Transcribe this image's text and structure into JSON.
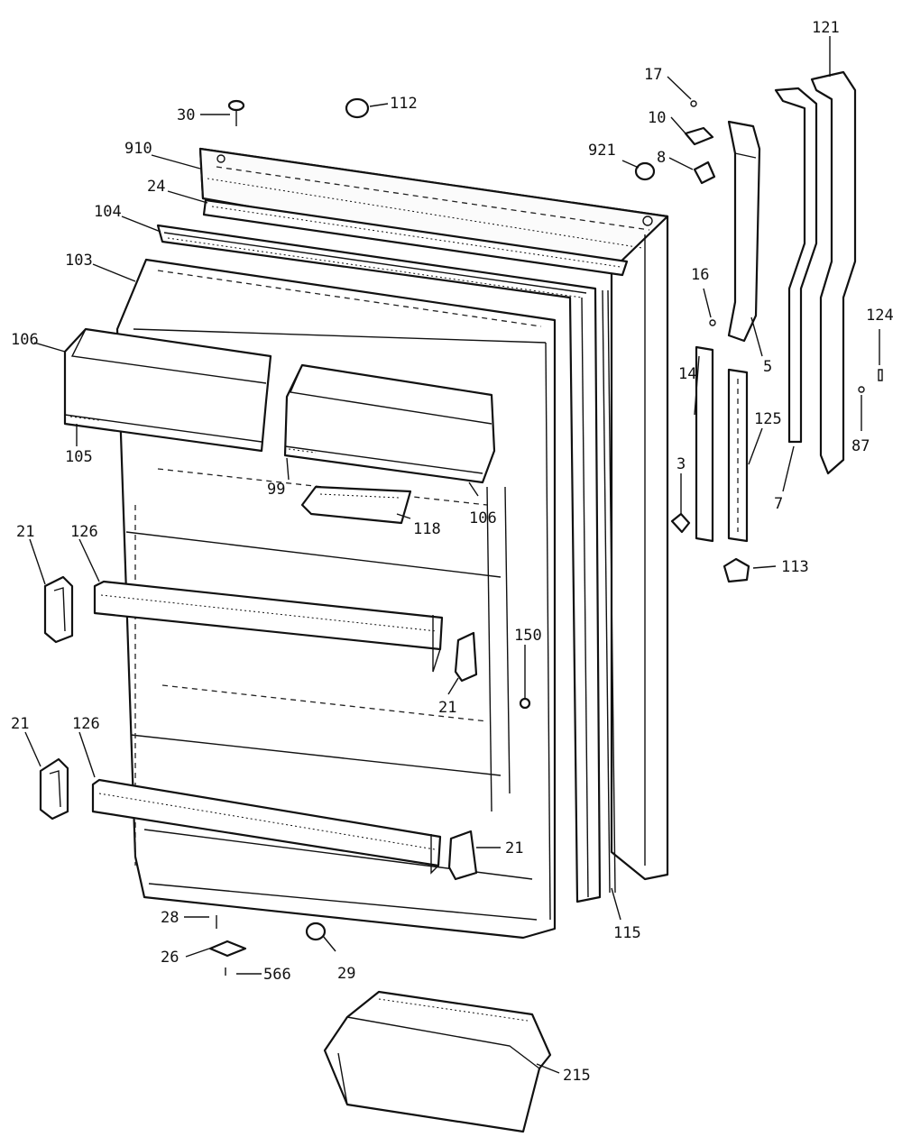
{
  "labels": {
    "l30": "30",
    "l112": "112",
    "l910": "910",
    "l24": "24",
    "l104": "104",
    "l103": "103",
    "l106a": "106",
    "l105": "105",
    "l106b": "106",
    "l99": "99",
    "l118": "118",
    "l21a": "21",
    "l126a": "126",
    "l21b": "21",
    "l126b": "126",
    "l21c": "21",
    "l21d": "21",
    "l150": "150",
    "l28": "28",
    "l26": "26",
    "l566": "566",
    "l29": "29",
    "l215": "215",
    "l115": "115",
    "l921": "921",
    "l17": "17",
    "l10": "10",
    "l8": "8",
    "l16": "16",
    "l5": "5",
    "l14": "14",
    "l3": "3",
    "l125": "125",
    "l113": "113",
    "l7": "7",
    "l121": "121",
    "l124": "124",
    "l87": "87"
  }
}
